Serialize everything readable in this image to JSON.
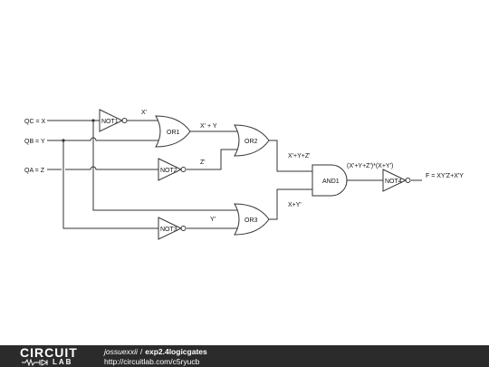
{
  "inputs": {
    "qc": "QC = X",
    "qb": "QB = Y",
    "qa": "QA = Z"
  },
  "gates": {
    "not1": "NOT1",
    "not2": "NOT2",
    "not3": "NOT3",
    "not4": "NOT4",
    "or1": "OR1",
    "or2": "OR2",
    "or3": "OR3",
    "and1": "AND1"
  },
  "signals": {
    "x_not": "X'",
    "x_not_plus_y": "X' + Y",
    "z_not": "Z'",
    "x_y_z": "X'+Y+Z'",
    "y_not": "Y'",
    "x_plus_y": "X+Y'",
    "and_out": "(X'+Y+Z')*(X+Y')",
    "f_out": "F = XY'Z+X'Y"
  },
  "footer": {
    "logo_top": "CIRCUIT",
    "logo_bottom": "LAB",
    "author": "jossuexxii",
    "separator": "/",
    "circuit_name": "exp2.4logicgates",
    "url": "http://circuitlab.com/c5ryucb"
  }
}
